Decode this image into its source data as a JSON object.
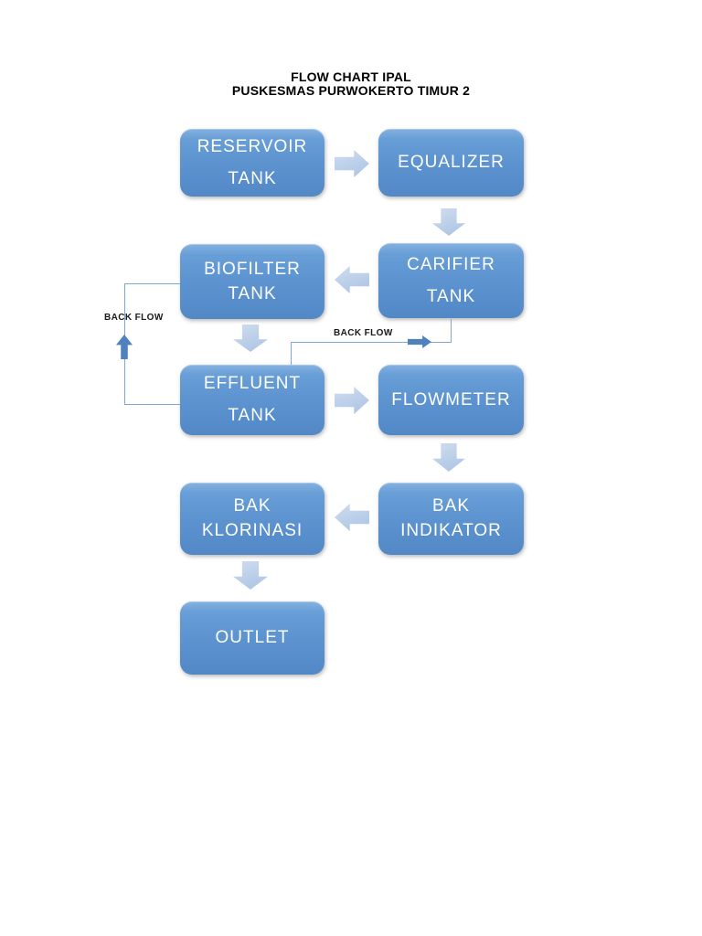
{
  "title": {
    "line1": "FLOW CHART IPAL",
    "line2": "PUSKESMAS PURWOKERTO TIMUR 2"
  },
  "nodes": {
    "reservoir_tank": {
      "line1": "RESERVOIR",
      "line2": "TANK"
    },
    "equalizer": {
      "line1": "EQUALIZER"
    },
    "biofilter_tank": {
      "line1": "BIOFILTER",
      "line2": "TANK"
    },
    "carifier_tank": {
      "line1": "CARIFIER",
      "line2": "TANK"
    },
    "effluent_tank": {
      "line1": "EFFLUENT",
      "line2": "TANK"
    },
    "flowmeter": {
      "line1": "FLOWMETER"
    },
    "bak_klorinasi": {
      "line1": "BAK",
      "line2": "KLORINASI"
    },
    "bak_indikator": {
      "line1": "BAK",
      "line2": "INDIKATOR"
    },
    "outlet": {
      "line1": "OUTLET"
    }
  },
  "labels": {
    "back_flow_left": "BACK FLOW",
    "back_flow_right": "BACK FLOW"
  },
  "flow_sequence": [
    "RESERVOIR TANK",
    "EQUALIZER",
    "CARIFIER TANK",
    "BIOFILTER TANK",
    "EFFLUENT TANK",
    "FLOWMETER",
    "BAK INDIKATOR",
    "BAK KLORINASI",
    "OUTLET"
  ],
  "back_flows": [
    {
      "from": "EFFLUENT TANK",
      "to": "BIOFILTER TANK",
      "label": "BACK FLOW"
    },
    {
      "from": "EFFLUENT TANK",
      "to": "CARIFIER TANK",
      "label": "BACK FLOW"
    }
  ],
  "colors": {
    "node_fill_top": "#85b1e0",
    "node_fill_bottom": "#5288c6",
    "node_text": "#ffffff",
    "block_arrow_fill": "#bed1ea",
    "small_arrow_fill": "#4f81bd",
    "connector_line": "#7da7d8",
    "title_text": "#000000",
    "page_background": "#ffffff"
  }
}
